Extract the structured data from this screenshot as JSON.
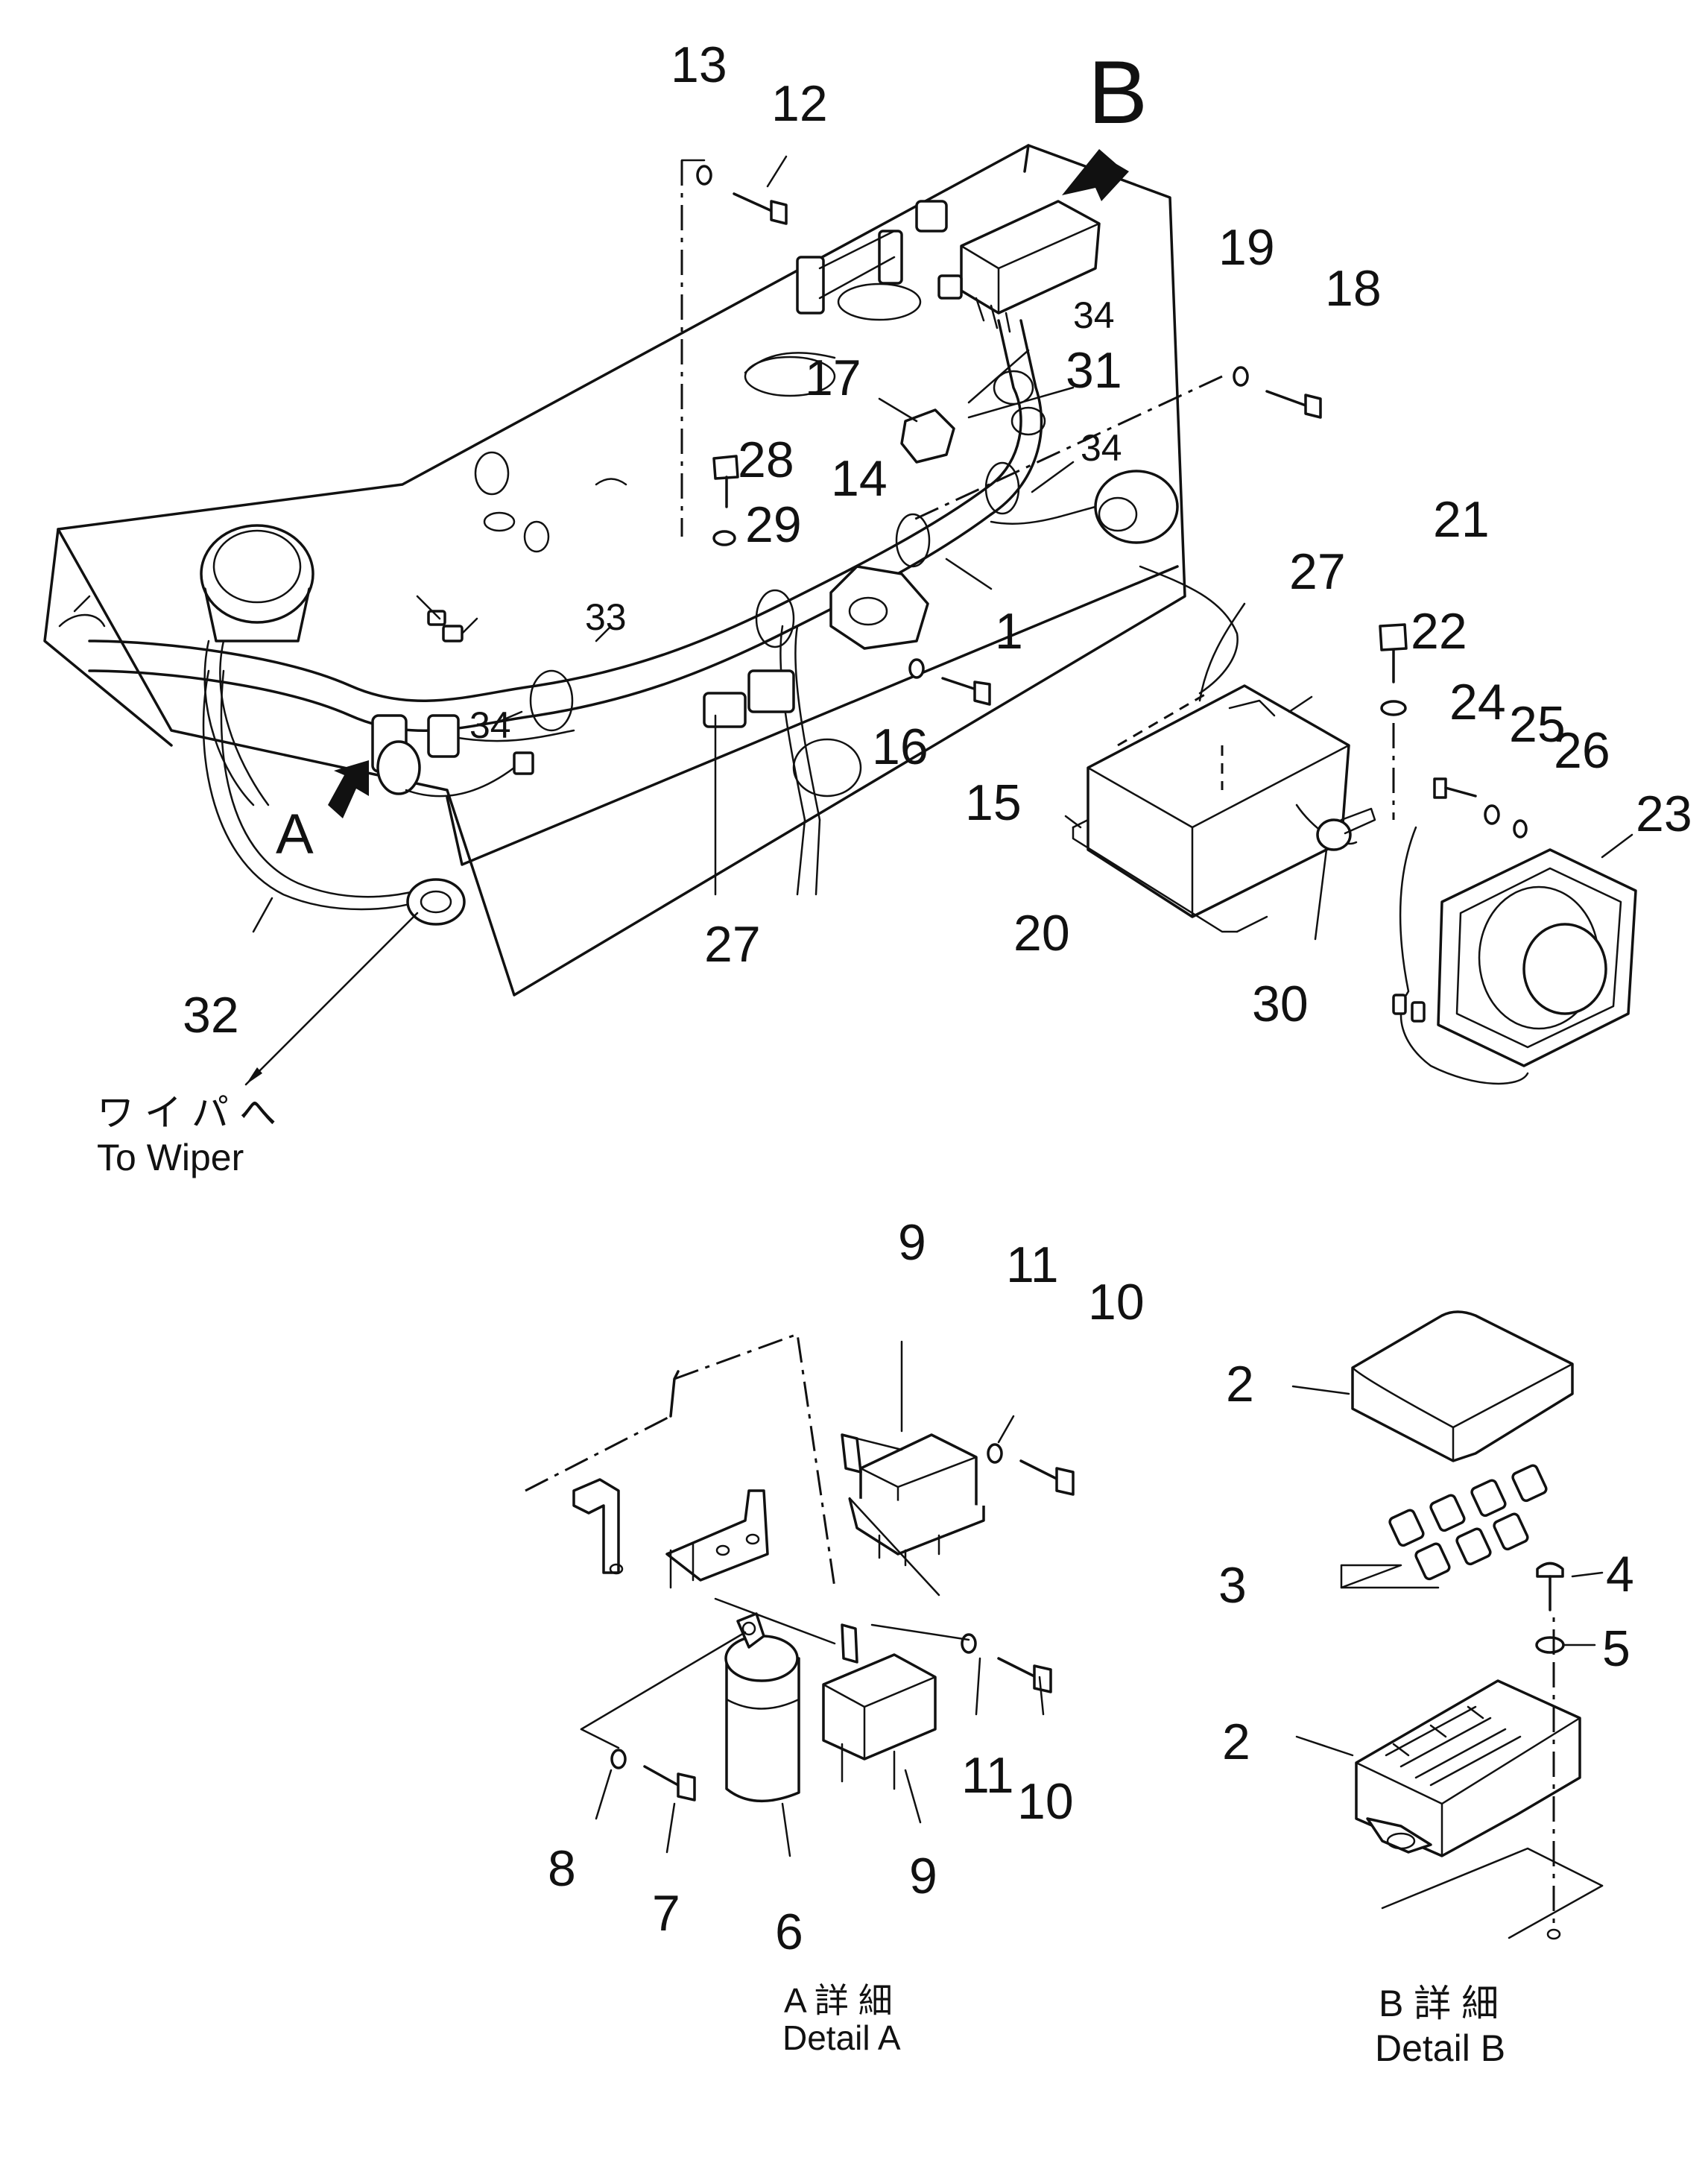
{
  "labels": {
    "p1": "1",
    "p2": "2",
    "p3": "3",
    "p4": "4",
    "p5": "5",
    "p6": "6",
    "p7": "7",
    "p8": "8",
    "p9": "9",
    "p10": "10",
    "p11": "11",
    "p12": "12",
    "p13": "13",
    "p14": "14",
    "p15": "15",
    "p16": "16",
    "p17": "17",
    "p18": "18",
    "p19": "19",
    "p20": "20",
    "p21": "21",
    "p22": "22",
    "p23": "23",
    "p24": "24",
    "p25": "25",
    "p26": "26",
    "p27": "27",
    "p28": "28",
    "p29": "29",
    "p30": "30",
    "p31": "31",
    "p32": "32",
    "p33": "33",
    "p34": "34"
  },
  "views": {
    "a": "A",
    "b": "B"
  },
  "notes": {
    "to_wiper_jp": "ワイパへ",
    "to_wiper_en": "To Wiper",
    "detail_a_jp": "A 詳 細",
    "detail_a_en": "Detail A",
    "detail_b_jp": "B 詳 細",
    "detail_b_en": "Detail B"
  }
}
